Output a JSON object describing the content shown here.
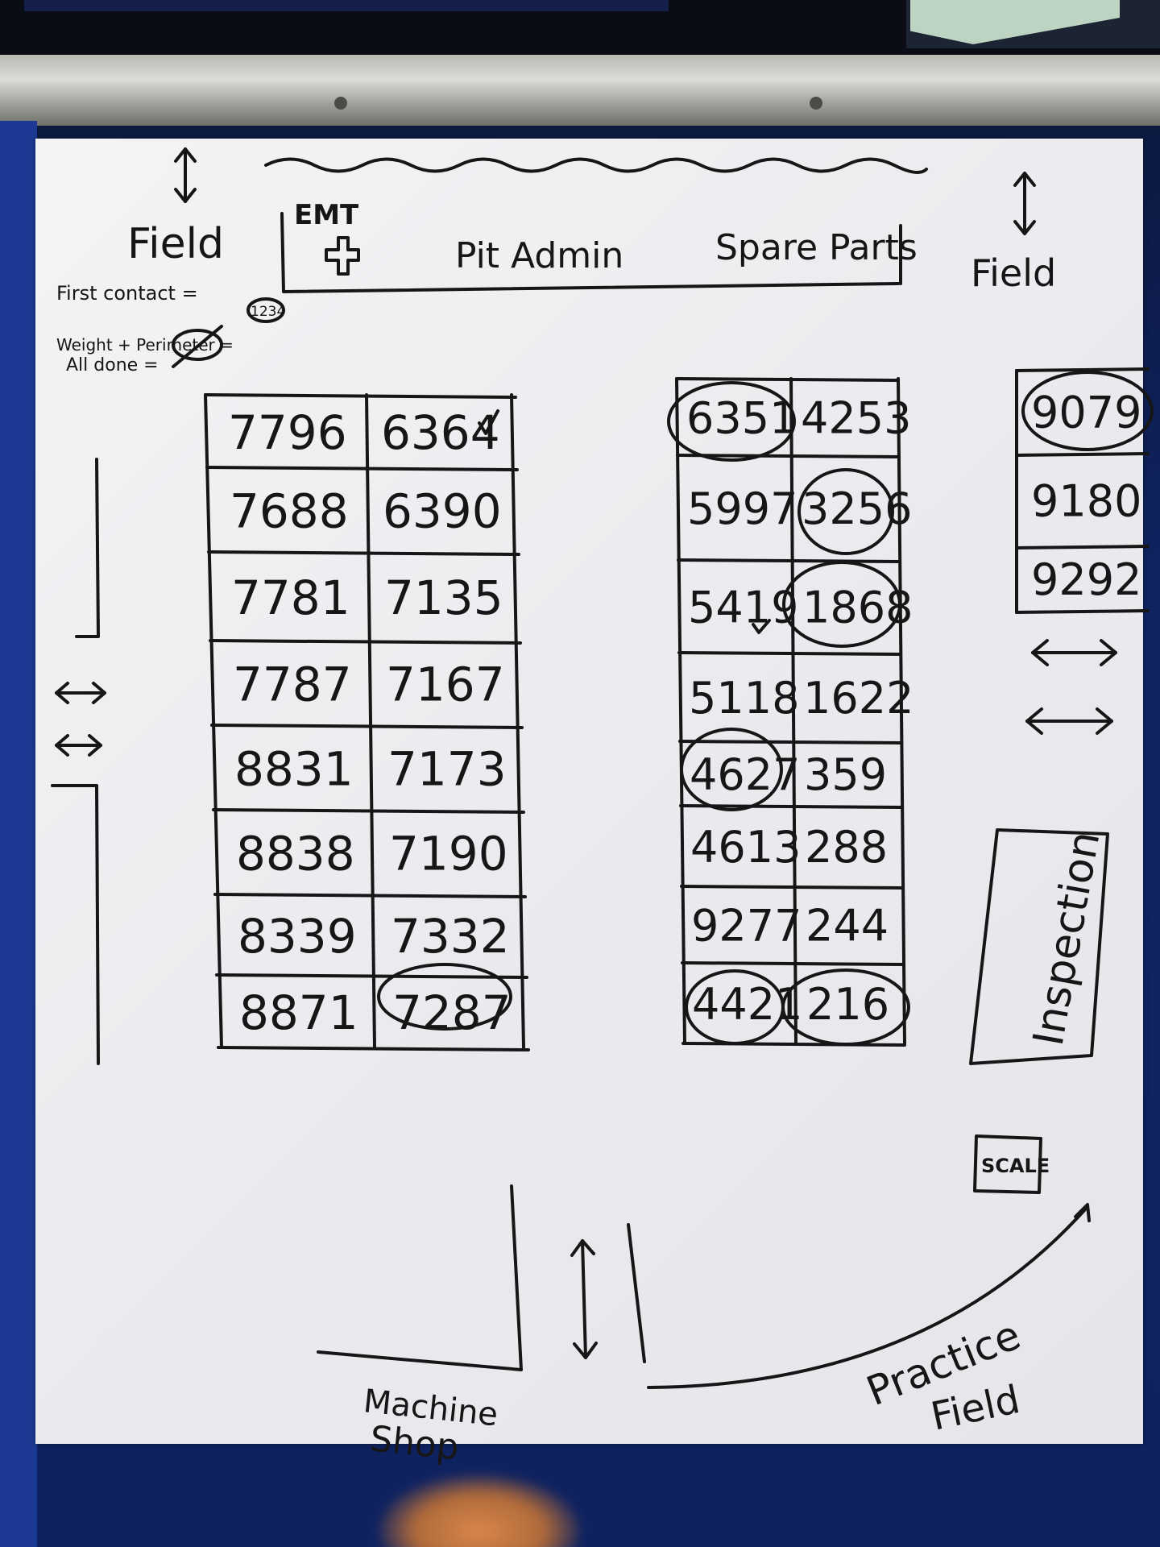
{
  "labels": {
    "field_left": "Field",
    "field_right": "Field",
    "emt": "EMT",
    "pit_admin": "Pit Admin",
    "spare_parts": "Spare Parts",
    "legend_first_contact": "First contact =",
    "legend_weight_perimeter": "Weight + Perimeter =",
    "legend_all_done": "All done =",
    "legend_sample": "1234",
    "inspection": "Inspection",
    "scale": "SCALE",
    "machine_shop_1": "Machine",
    "machine_shop_2": "Shop",
    "practice_field_1": "Practice",
    "practice_field_2": "Field"
  },
  "left_table": [
    [
      "7796",
      "6364"
    ],
    [
      "7688",
      "6390"
    ],
    [
      "7781",
      "7135"
    ],
    [
      "7787",
      "7167"
    ],
    [
      "8831",
      "7173"
    ],
    [
      "8838",
      "7190"
    ],
    [
      "8339",
      "7332"
    ],
    [
      "8871",
      "7287"
    ]
  ],
  "middle_table": [
    [
      "6351",
      "4253"
    ],
    [
      "5997",
      "3256"
    ],
    [
      "5419",
      "1868"
    ],
    [
      "5118",
      "1622"
    ],
    [
      "4627",
      "359"
    ],
    [
      "4613",
      "288"
    ],
    [
      "9277",
      "244"
    ],
    [
      "4421",
      "216"
    ]
  ],
  "right_table": [
    "9079",
    "9180",
    "9292"
  ]
}
